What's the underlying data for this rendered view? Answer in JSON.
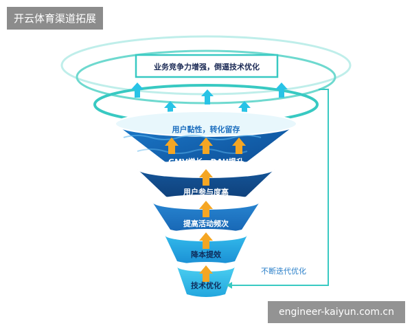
{
  "header": {
    "badge": "开云体育渠道拓展"
  },
  "watermark": {
    "text": "engineer-kaiyun.com.cn"
  },
  "funnel": {
    "top_goal": "业务竞争力增强，倒逼技术优化",
    "layers": [
      "用户黏性，转化留存",
      "GMV增长、DAU提升",
      "用户参与度高",
      "提高活动频次",
      "降本提效",
      "技术优化"
    ],
    "feedback_label": "不断迭代优化"
  },
  "colors": {
    "accent": "#38c9c2",
    "arrow_up_orange": "#f5a623",
    "arrow_up_cyan": "#28c3e6",
    "layer_top": "#2a8fd6",
    "layer_dark": "#124e8a",
    "layer_mid": "#1f6fbf",
    "layer_light": "#26b0e8"
  }
}
